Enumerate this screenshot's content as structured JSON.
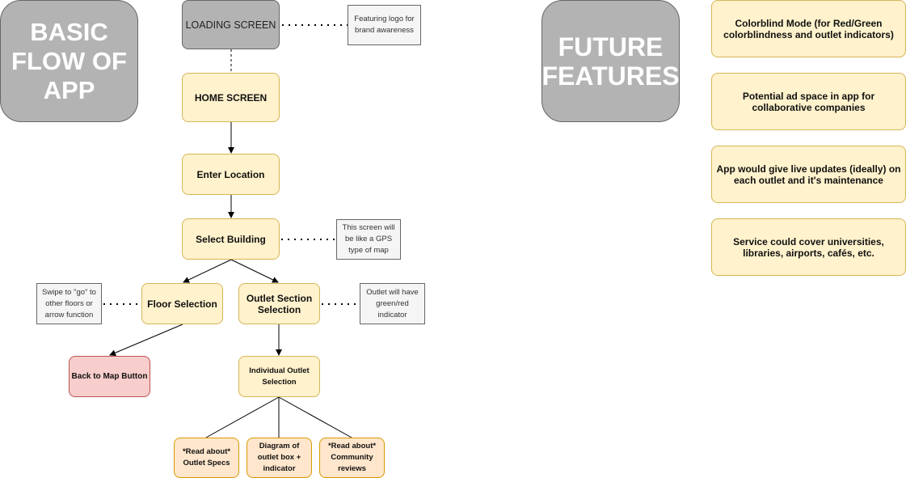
{
  "flow_title": "BASIC FLOW OF APP",
  "future_title": "FUTURE FEATURES",
  "nodes": {
    "loading": "LOADING SCREEN",
    "home": "HOME SCREEN",
    "enter_location": "Enter Location",
    "select_building": "Select Building",
    "floor_selection": "Floor Selection",
    "outlet_section": "Outlet Section Selection",
    "back_to_map": "Back to Map Button",
    "individual_outlet": "Individual Outlet Selection",
    "outlet_specs": "*Read about* Outlet Specs",
    "diagram_box": "Diagram of outlet box + indicator",
    "community_reviews": "*Read about* Community reviews"
  },
  "notes": {
    "logo": "Featuring logo for brand awareness",
    "gps": "This screen will be like a GPS type of map",
    "swipe": "Swipe to \"go\" to other floors or arrow function",
    "indicator": "Outlet will have green/red indicator"
  },
  "future_features": [
    "Colorblind Mode (for Red/Green colorblindness and outlet indicators)",
    "Potential ad space in app for collaborative companies",
    "App would give live updates (ideally) on each outlet and it's maintenance",
    "Service could cover universities, libraries, airports, cafés, etc."
  ]
}
